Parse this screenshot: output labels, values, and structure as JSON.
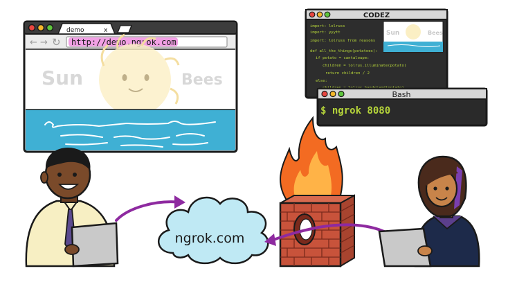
{
  "browser": {
    "tab_label": "demo",
    "tab_close": "x",
    "url": "http://demo.ngrok.com",
    "site_title_left": "Sun",
    "site_title_right": "Bees"
  },
  "code_editor": {
    "title": "CODEZ",
    "lines": [
      "import: lolruss",
      "import: yyytt",
      "import: lolruss from reasons",
      "def all_the_things(potatoes):",
      "if potato = cantaloupe:",
      "children = lolrus.illuminate(potato)",
      "return children / 2",
      "else:",
      "children = lolrus.handstand(potato)"
    ],
    "preview_left": "Sun",
    "preview_right": "Bees"
  },
  "terminal": {
    "title": "Bash",
    "command": "$ ngrok 8080"
  },
  "cloud": {
    "label": "ngrok.com"
  },
  "colors": {
    "outline": "#1a1a1a",
    "window_chrome": "#3c3c3c",
    "url_highlight": "#f08fe0",
    "sea": "#3fb0d4",
    "cloud_fill": "#bfe9f4",
    "brick": "#c8533b",
    "mortar": "#7a2a1c",
    "flame_outer": "#f36b22",
    "flame_inner": "#ffb347",
    "arrow": "#8e2aa0",
    "laptop": "#c9c9c9",
    "code_text": "#b5d43a",
    "terminal_bg": "#2a2a2a",
    "btn_red": "#e8463f",
    "btn_yellow": "#f5b72b",
    "btn_green": "#5fc63d"
  }
}
